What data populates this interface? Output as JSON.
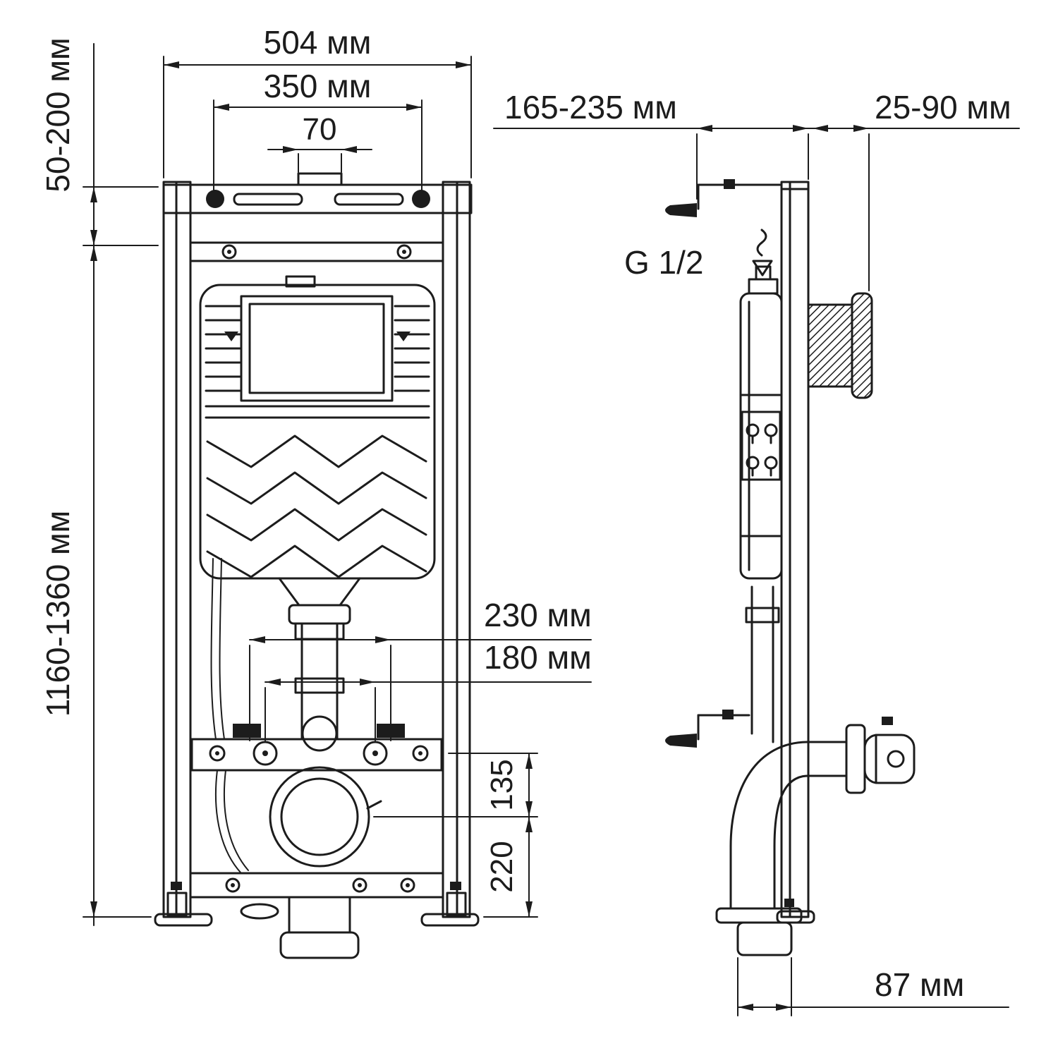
{
  "drawing": {
    "front": {
      "dims": {
        "outer_width": "504 мм",
        "mount_width": "350 мм",
        "slot_width": "70",
        "top_adjust": "50-200 мм",
        "frame_height": "1160-1360 мм",
        "span_outer": "230 мм",
        "span_inner": "180 мм",
        "drop_135": "135",
        "height_220": "220"
      }
    },
    "side": {
      "dims": {
        "depth_range": "165-235 мм",
        "wall_range": "25-90 мм",
        "foot_width": "87 мм"
      },
      "thread_label": "G 1/2"
    },
    "colors": {
      "ink": "#1c1c1c",
      "background": "#ffffff"
    }
  }
}
